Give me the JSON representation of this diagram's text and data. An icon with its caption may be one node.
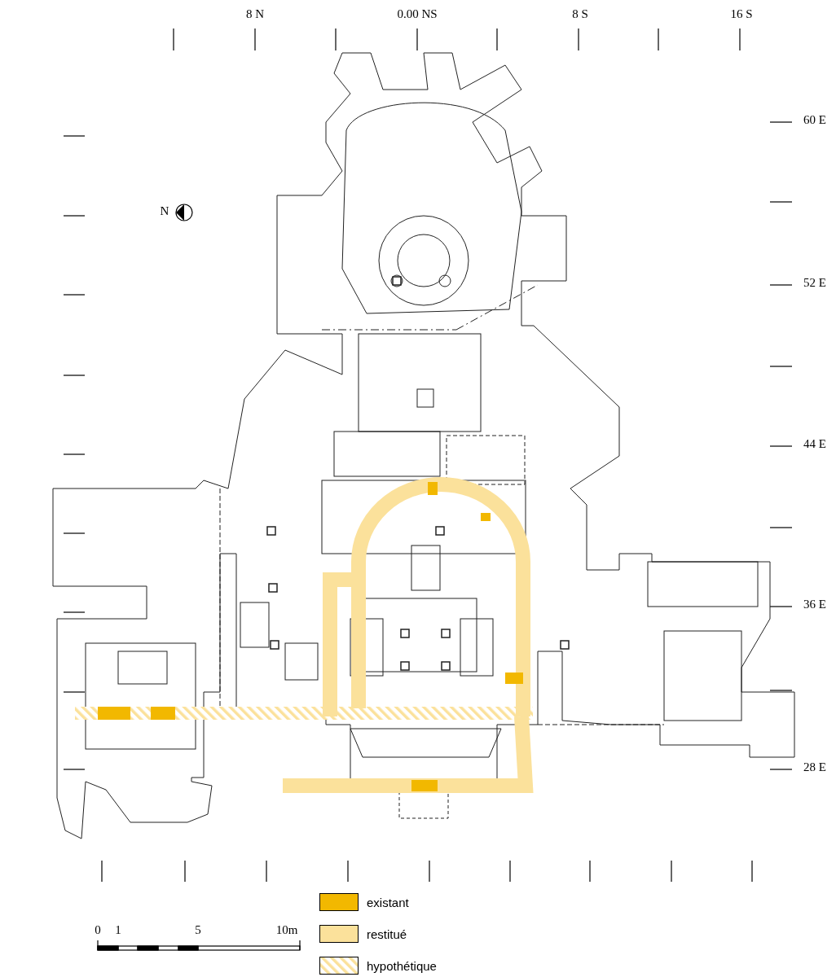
{
  "diagram": {
    "labels": [
      "8 N",
      "0.00 NS",
      "8 S",
      "16 S",
      "60 E",
      "N",
      "52 E",
      "44 E",
      "36 E",
      "28 E",
      "0",
      "1",
      "5",
      "10m"
    ],
    "legend": [
      {
        "text": "existant",
        "color": "#f2b800"
      },
      {
        "text": "restitué",
        "color": "#fbe19b"
      },
      {
        "text": "hypothétique"
      }
    ]
  }
}
